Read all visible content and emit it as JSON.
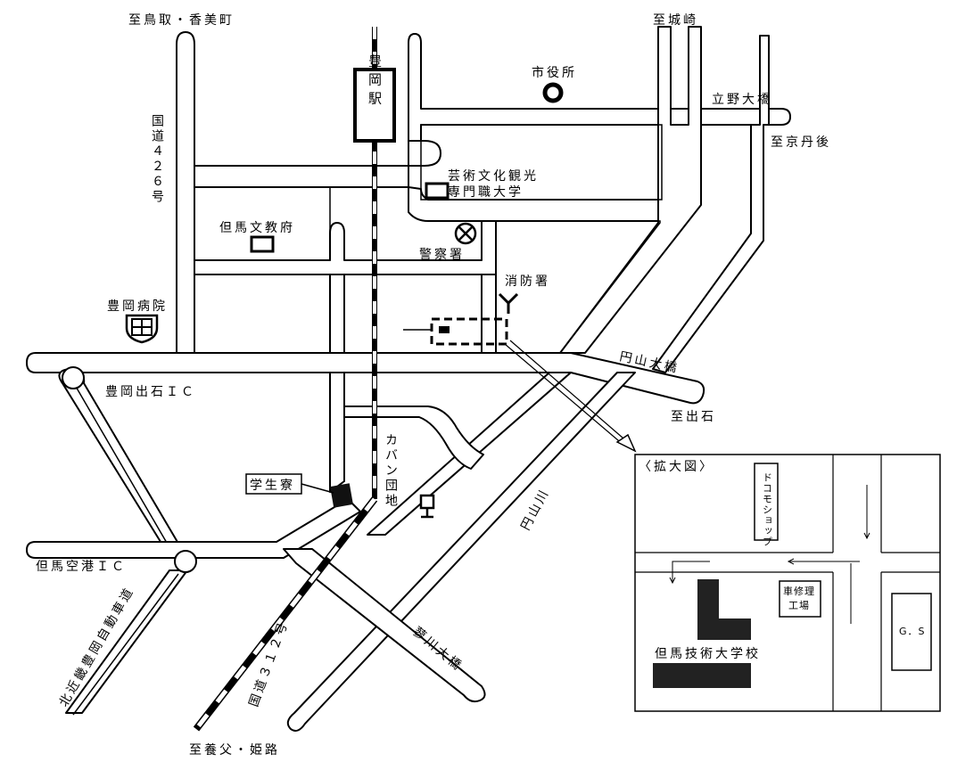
{
  "destinations": {
    "tottori_kami": "至鳥取・香美町",
    "kinosaki": "至城崎",
    "kyotango": "至京丹後",
    "izushi": "至出石",
    "yabu_himeji": "至養父・姫路"
  },
  "routes": {
    "national_426": "国道４２６号",
    "national_312": "国道３１２号",
    "kitakinki_expressway": "北近畿豊岡自動車道",
    "maruyama_river": "円山川"
  },
  "bridges": {
    "tateno": "立野大橋",
    "maruyama": "円山大橋",
    "sanagawa": "蓼川大橋"
  },
  "interchanges": {
    "toyooka_izushi": "豊岡出石ＩＣ",
    "tajima_airport": "但馬空港ＩＣ"
  },
  "landmarks": {
    "station": "豊岡駅",
    "city_hall": "市役所",
    "arts_college_1": "芸術文化観光",
    "arts_college_2": "専門職大学",
    "tajima_education_office": "但馬文教府",
    "police": "警察署",
    "fire_station": "消防署",
    "hospital": "豊岡病院",
    "dormitory": "学生寮",
    "kaban_danchi": "カバン団地"
  },
  "inset": {
    "title": "〈拡大図〉",
    "docomo_shop": "ドコモショップ",
    "car_repair_1": "車修理",
    "car_repair_2": "工場",
    "gas_station": "G．S",
    "school": "但馬技術大学校"
  }
}
